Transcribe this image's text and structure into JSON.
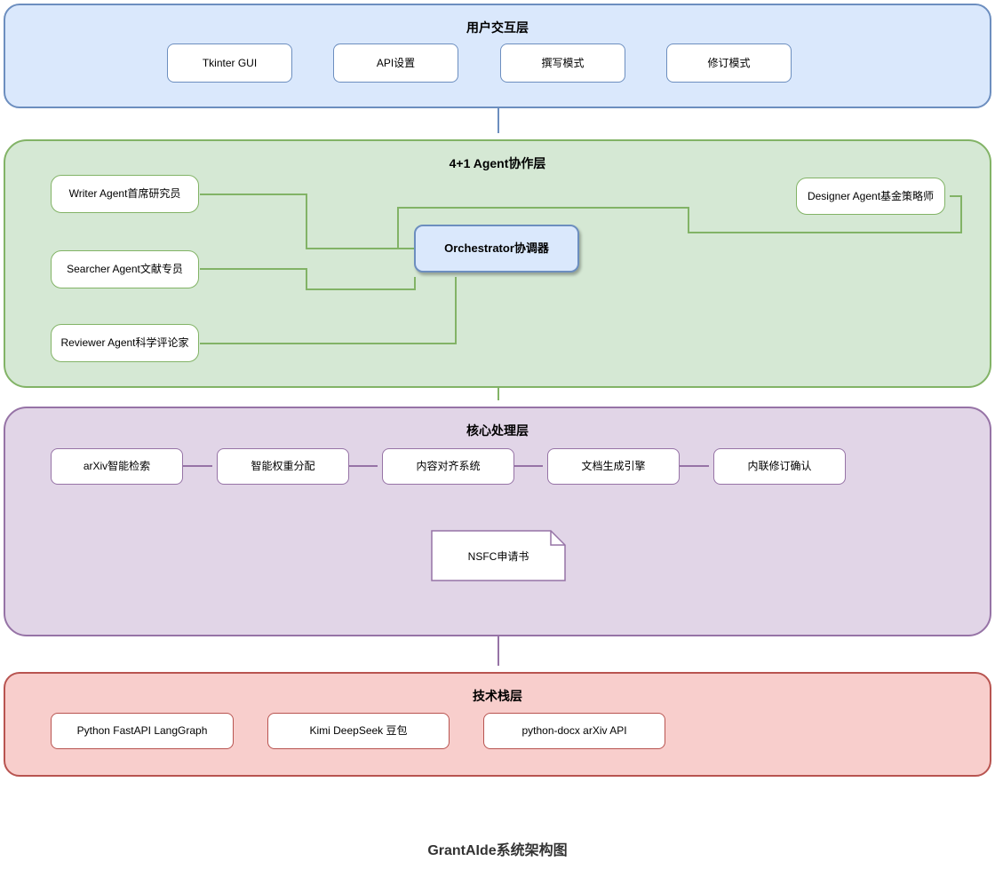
{
  "diagram": {
    "title": "GrantAIde系统架构图"
  },
  "palette": {
    "blue_fill": "#dae8fc",
    "blue_stroke": "#6c8ebf",
    "green_fill": "#d5e8d4",
    "green_stroke": "#82b366",
    "purple_fill": "#e1d5e7",
    "purple_stroke": "#9673a6",
    "red_fill": "#f8cecc",
    "red_stroke": "#b85450"
  },
  "layers": {
    "user": {
      "title": "用户交互层",
      "nodes": {
        "tkinter": "Tkinter GUI",
        "api": "API设置",
        "write_mode": "撰写模式",
        "revise_mode": "修订模式"
      }
    },
    "agent": {
      "title": "4+1 Agent协作层",
      "nodes": {
        "writer": "Writer Agent首席研究员",
        "searcher": "Searcher Agent文献专员",
        "reviewer": "Reviewer Agent科学评论家",
        "orchestrator": "Orchestrator协调器",
        "designer": "Designer Agent基金策略师"
      }
    },
    "core": {
      "title": "核心处理层",
      "nodes": {
        "arxiv_search": "arXiv智能检索",
        "weight_alloc": "智能权重分配",
        "content_align": "内容对齐系统",
        "doc_engine": "文档生成引擎",
        "inline_confirm": "内联修订确认",
        "nsfc_doc": "NSFC申请书"
      }
    },
    "tech": {
      "title": "技术栈层",
      "nodes": {
        "stack_python": "Python FastAPI LangGraph",
        "stack_llm": "Kimi DeepSeek 豆包",
        "stack_docx": "python-docx arXiv API"
      }
    }
  }
}
